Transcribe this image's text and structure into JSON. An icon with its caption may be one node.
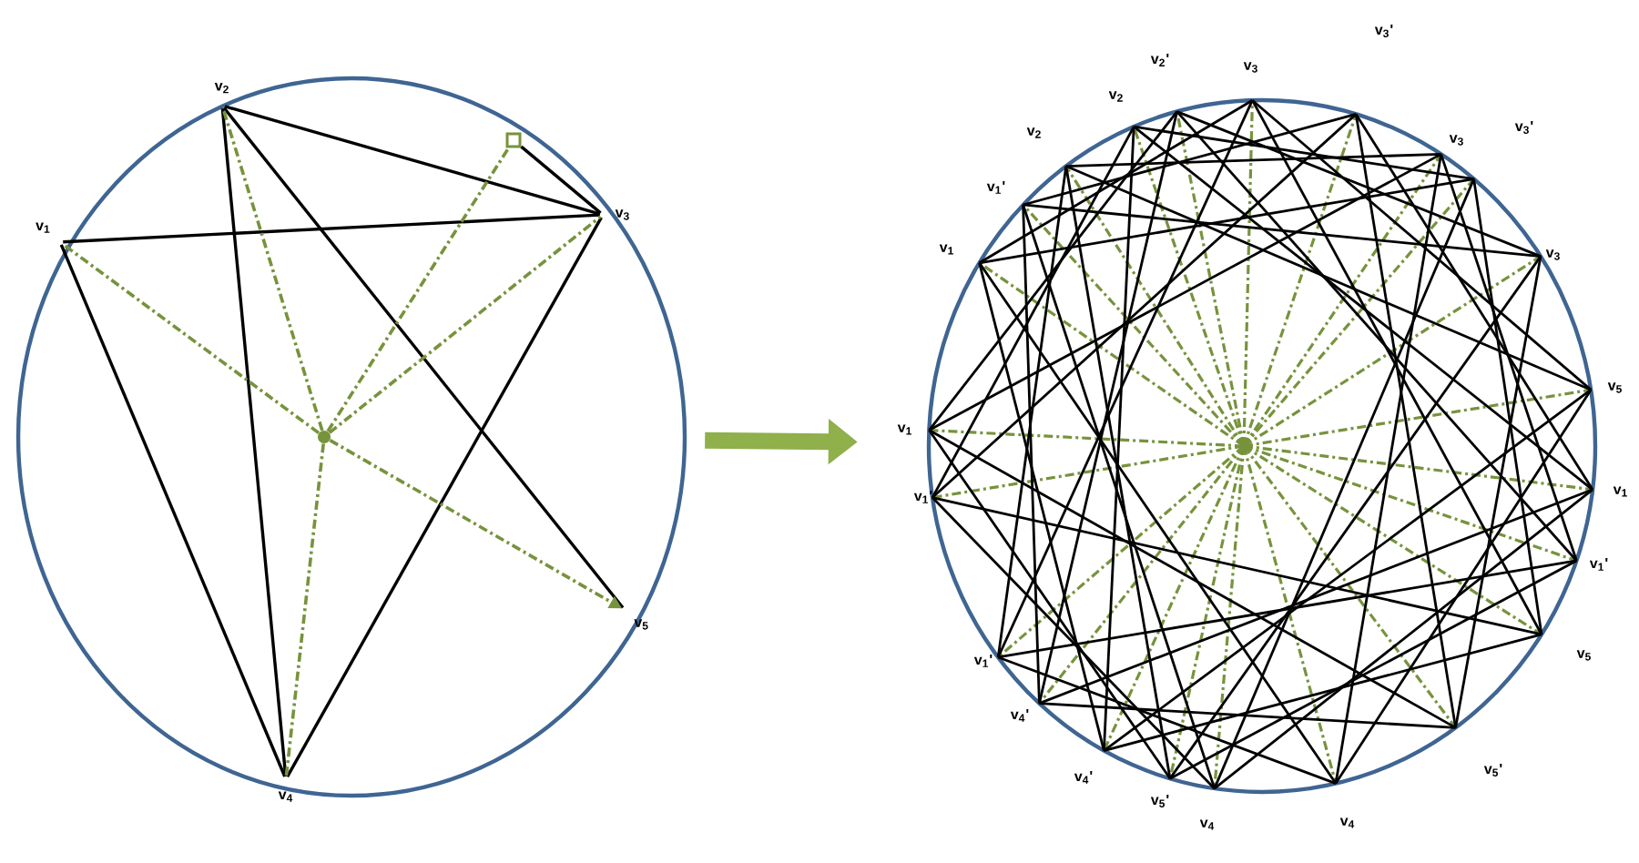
{
  "diagram": {
    "nodes": [
      {
        "text": [],
        "shape": "circle"
      },
      {
        "text": [
          "v$_{2}$"
        ],
        "in": 0
      },
      {
        "text": [],
        "shape": "box",
        "in": 0
      },
      {
        "text": [
          "v$_{3}$"
        ],
        "in": 0
      },
      {
        "text": [
          "v$_{1}$"
        ],
        "in": 0
      },
      {
        "text": [],
        "shape": "circle",
        "in": 0
      },
      {
        "text": [
          "v$_{5}$"
        ],
        "in": 0
      },
      {
        "text": [
          "v$_{4}$"
        ],
        "in": 0
      },
      {
        "text": [],
        "shape": "circle"
      }
    ],
    "edges": [
      {
        "from": 1,
        "to": 3,
        "arrow": "none"
      },
      {
        "from": 4,
        "to": 3,
        "arrow": "none"
      },
      {
        "from": 1,
        "to": 7,
        "arrow": "none"
      },
      {
        "from": 1,
        "to": 6,
        "arrow": "none"
      },
      {
        "from": 4,
        "to": 7,
        "arrow": "none"
      },
      {
        "from": 3,
        "to": 7,
        "arrow": "none"
      },
      {
        "from": 2,
        "to": 3,
        "arrow": "none"
      },
      {
        "from": 5,
        "to": 1,
        "arrow": "none",
        "style": "dashed",
        "color": "#77933c"
      },
      {
        "from": 5,
        "to": 2,
        "arrow": "none",
        "style": "dashed",
        "color": "#77933c"
      },
      {
        "from": 5,
        "to": 3,
        "arrow": "none",
        "style": "dashed",
        "color": "#77933c"
      },
      {
        "from": 5,
        "to": 4,
        "arrow": "none",
        "style": "dashed",
        "color": "#77933c"
      },
      {
        "from": 5,
        "to": 6,
        "arrow": "to",
        "style": "dashed",
        "color": "#77933c"
      },
      {
        "from": 5,
        "to": 7,
        "arrow": "none",
        "style": "dashed",
        "color": "#77933c"
      },
      {
        "from": 0,
        "to": 8,
        "arrow": "to",
        "style": "thick",
        "color": "#8fb04a"
      }
    ],
    "labels": [
      "v$_{1}$",
      "v$_{1}$",
      "v$_{1}$'",
      "v$_{2}$",
      "v$_{2}$",
      "v$_{2}$'",
      "v$_{3}$",
      "v$_{3}$'",
      "v$_{3}$",
      "v$_{3}$'",
      "v$_{3}$",
      "v$_{5}$",
      "v$_{1}$",
      "v$_{1}$'",
      "v$_{5}$",
      "v$_{5}$'",
      "v$_{4}$",
      "v$_{4}$",
      "v$_{5}$'",
      "v$_{4}$'",
      "v$_{4}$'",
      "v$_{1}$'",
      "v$_{1}$'"
    ]
  }
}
